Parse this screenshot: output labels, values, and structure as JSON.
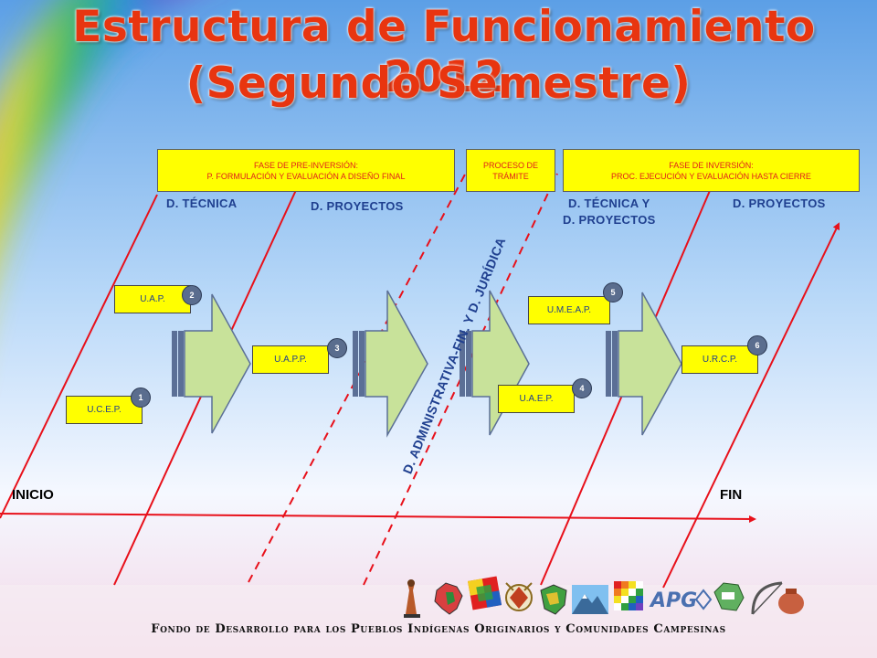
{
  "title": {
    "line1": "Estructura de Funcionamiento 2012",
    "line2": "(Segundo Semestre)"
  },
  "phases": [
    {
      "label_line1": "FASE DE PRE-INVERSIÓN:",
      "label_line2": "P. FORMULACIÓN Y EVALUACIÓN  A DISEÑO FINAL"
    },
    {
      "label_line1": "PROCESO DE",
      "label_line2": "TRÁMITE"
    },
    {
      "label_line1": "FASE DE INVERSIÓN:",
      "label_line2": "PROC. EJECUCIÓN Y EVALUACIÓN HASTA CIERRE"
    }
  ],
  "departments": {
    "tecnica": "D. TÉCNICA",
    "proyectos_1": "D. PROYECTOS",
    "tecnica_y_proyectos_line1": "D. TÉCNICA Y",
    "tecnica_y_proyectos_line2": "D. PROYECTOS",
    "proyectos_2": "D. PROYECTOS",
    "administrativa_juridica": "D. ADMINISTRATIVA-FIN. Y D. JURÍDICA"
  },
  "units": [
    {
      "label": "U.C.E.P.",
      "number": "1"
    },
    {
      "label": "U.A.P.",
      "number": "2"
    },
    {
      "label": "U.A.P.P.",
      "number": "3"
    },
    {
      "label": "U.A.E.P.",
      "number": "4"
    },
    {
      "label": "U.M.E.A.P.",
      "number": "5"
    },
    {
      "label": "U.R.C.P.",
      "number": "6"
    }
  ],
  "timeline": {
    "start": "INICIO",
    "end": "FIN"
  },
  "footer": "Fondo de Desarrollo para los Pueblos Indígenas Originarios y Comunidades Campesinas",
  "logos": {
    "icons": [
      "figure-icon",
      "map-icon",
      "wiphala-icon",
      "emblem-icon",
      "map-icon",
      "mountain-icon",
      "wiphala-icon",
      "apg-logo-icon",
      "map-icon",
      "bow-icon",
      "pot-icon"
    ],
    "apg_text": "APG"
  },
  "colors": {
    "title": "#e83510",
    "box_fill": "#ffff00",
    "box_text": "#e0201a",
    "department_text": "#1f3f8f",
    "lines": "#e8101a",
    "arrows": "#c8e29a",
    "badge": "#5a6d8e"
  }
}
